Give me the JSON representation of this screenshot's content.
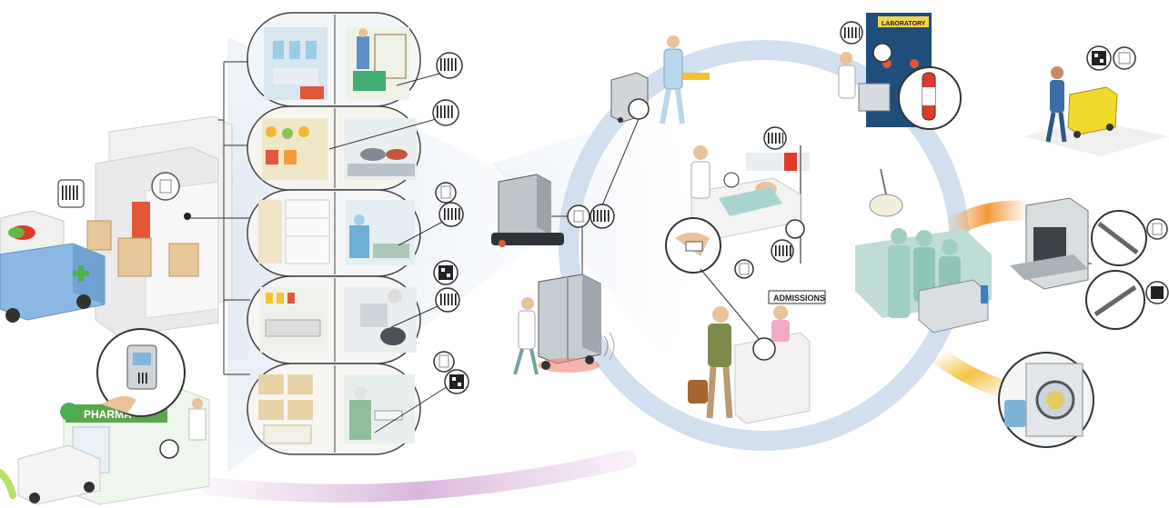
{
  "labels": {
    "pharmacy": "PHARMA",
    "laboratory": "LABORATORY",
    "admissions": "ADMISSIONS"
  },
  "icons": [
    "barcode-icon",
    "datamatrix-icon",
    "rfid-tag-icon",
    "pharmacy-cross-icon"
  ],
  "colors": {
    "flow_circle": "#c9d9ec",
    "pharmacy_green": "#4caf50",
    "accent_orange": "#f39a3a",
    "accent_yellow": "#f5c242",
    "accent_purple": "#d9b6dc",
    "scrubs_green": "#9fcfc3"
  }
}
